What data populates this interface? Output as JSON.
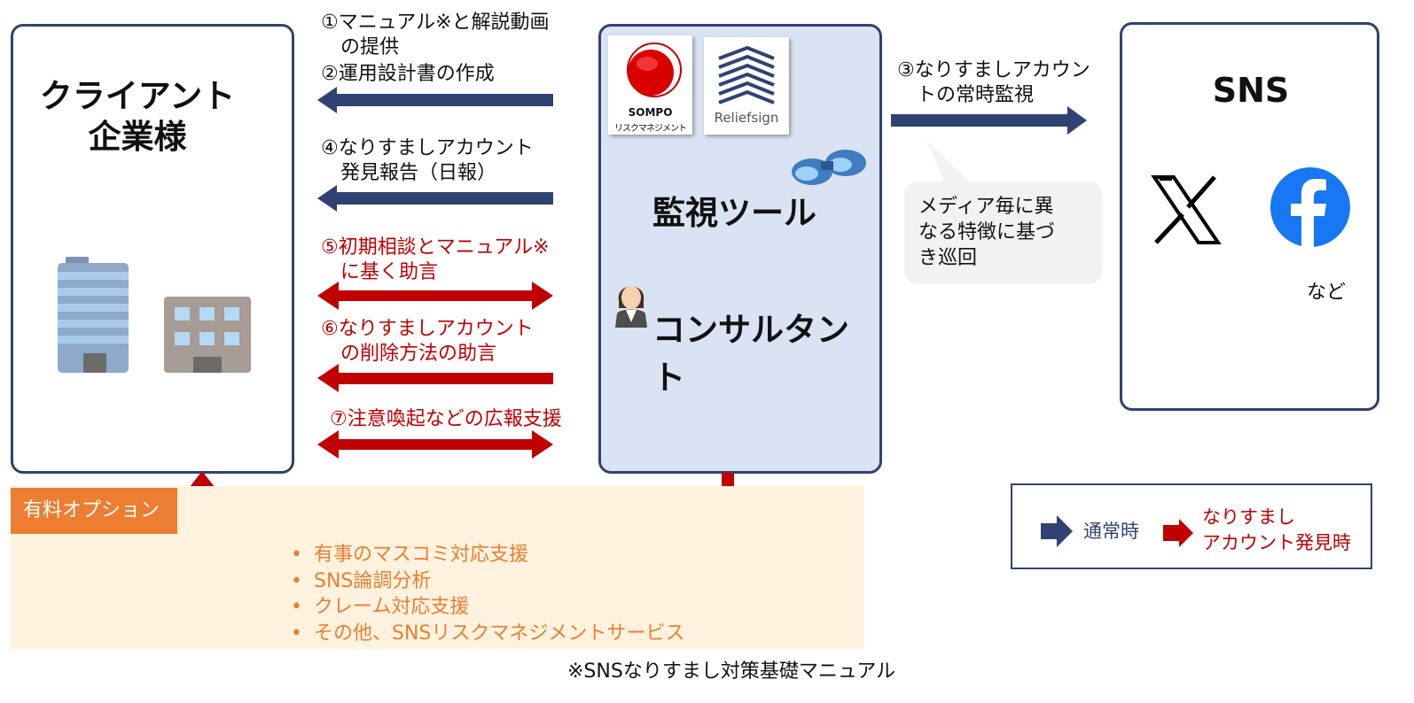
{
  "client": {
    "title_line1": "クライアント",
    "title_line2": "企業様"
  },
  "center": {
    "sompo_logo_line1": "SOMPO",
    "sompo_logo_line2": "リスクマネジメント",
    "reliefsign_logo": "Reliefsign",
    "tool_label": "監視ツール",
    "consultant_label": "コンサルタント"
  },
  "steps": {
    "s1": "①マニュアル※と解説動画\n　の提供",
    "s2": "②運用設計書の作成",
    "s4": "④なりすましアカウント\n　発見報告（日報）",
    "s5": "⑤初期相談とマニュアル※\n　に基く助言",
    "s6": "⑥なりすましアカウント\n　の削除方法の助言",
    "s7": "⑦注意喚起などの広報支援",
    "s3": "③なりすましアカウン\n　トの常時監視"
  },
  "bubble": {
    "text": "メディア毎に異\nなる特徴に基づ\nき巡回"
  },
  "sns": {
    "title": "SNS",
    "x_icon": "x-logo",
    "facebook_icon": "facebook-logo",
    "etc": "など"
  },
  "option": {
    "tag": "有料オプション",
    "items": [
      "有事のマスコミ対応支援",
      "SNS論調分析",
      "クレーム対応支援",
      "その他、SNSリスクマネジメントサービス"
    ]
  },
  "legend": {
    "normal": "通常時",
    "found_line1": "なりすまし",
    "found_line2": "アカウント発見時"
  },
  "footnote": "※SNSなりすまし対策基礎マニュアル",
  "colors": {
    "blue_arrow": "#2f4272",
    "red_arrow": "#c00000",
    "center_fill": "#dae3f3",
    "option_fill": "#fff3e0",
    "option_tag": "#ed7d31",
    "facebook": "#1877f2"
  }
}
